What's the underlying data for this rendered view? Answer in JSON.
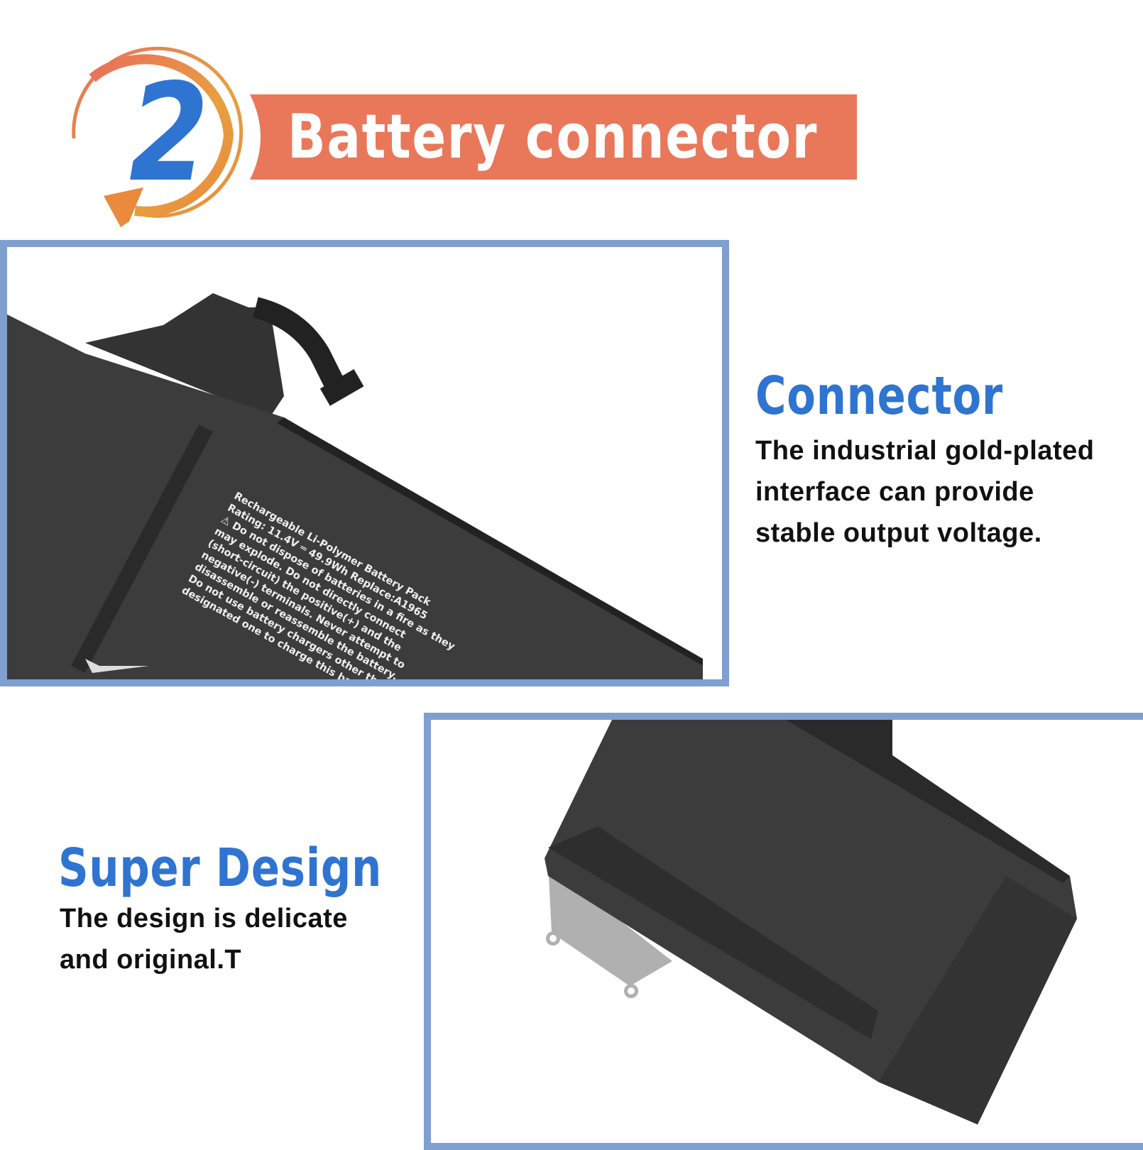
{
  "header": {
    "step_number": "2",
    "banner_title": "Battery connector"
  },
  "connector": {
    "title": "Connector",
    "lines": [
      "The industrial gold-plated",
      "interface can provide",
      "stable output voltage."
    ]
  },
  "design": {
    "title": "Super Design",
    "lines": [
      "The design is delicate",
      "and original.T"
    ]
  },
  "battery_label": {
    "lines": [
      "Rechargeable Li-Polymer Battery Pack",
      "Rating: 11.4V ═ 49.9Wh Replace:A1965",
      "⚠ Do not dispose of batteries in a fire as they",
      "may  explode.  Do  not  directly connect",
      "(short-circuit)  the  positive(+)  and  the",
      "negative(-)  terminals.  Never  attempt  to",
      "disassemble  or  reassemble the battery.",
      "Do  not  use  battery chargers other than the",
      "designated one to charge this battery."
    ]
  },
  "colors": {
    "accent_blue": "#2F74D0",
    "banner": "#E9785A",
    "frame": "#7F9FD0",
    "battery": "#3c3c3c"
  }
}
